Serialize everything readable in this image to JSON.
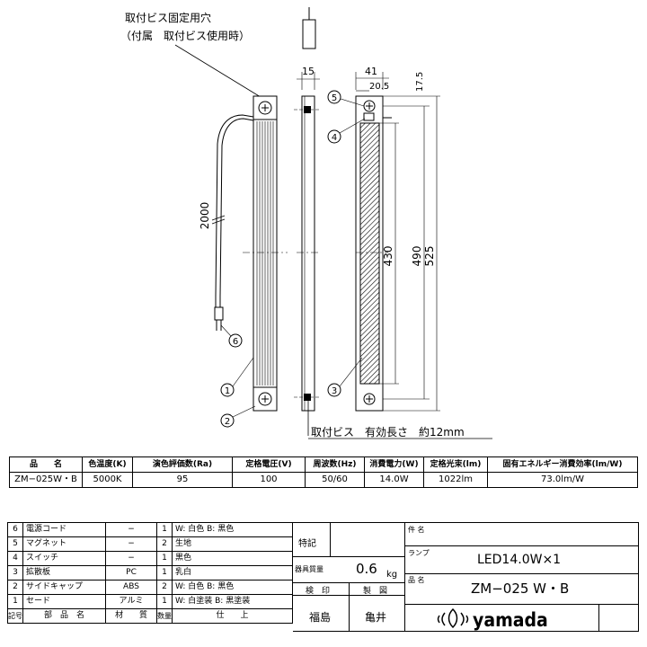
{
  "drawing": {
    "note_top_line1": "取付ビス固定用穴",
    "note_top_line2": "（付属　取付ビス使用時）",
    "note_bottom": "取付ビス　有効長さ　約12mm",
    "dims": {
      "d2000": "2000",
      "d15": "15",
      "d41": "41",
      "d20_5": "20.5",
      "d17_5": "17.5",
      "d430": "430",
      "d490": "490",
      "d525": "525"
    },
    "callouts": [
      "1",
      "2",
      "3",
      "4",
      "5",
      "6"
    ]
  },
  "spec_table": {
    "headers": [
      "品　　名",
      "色温度(K)",
      "演色評価数(Ra)",
      "定格電圧(V)",
      "周波数(Hz)",
      "消費電力(W)",
      "定格光束(lm)",
      "固有エネルギー消費効率(lm/W)"
    ],
    "row": [
      "ZM−025W・B",
      "5000K",
      "95",
      "100",
      "50/60",
      "14.0W",
      "1022lm",
      "73.0lm/W"
    ]
  },
  "parts_table": {
    "rows": [
      {
        "no": "6",
        "name": "電源コード",
        "material": "−",
        "qty": "1",
        "finish": "W: 白色 B: 黒色"
      },
      {
        "no": "5",
        "name": "マグネット",
        "material": "−",
        "qty": "2",
        "finish": "生地"
      },
      {
        "no": "4",
        "name": "スイッチ",
        "material": "−",
        "qty": "1",
        "finish": "黒色"
      },
      {
        "no": "3",
        "name": "拡散板",
        "material": "PC",
        "qty": "1",
        "finish": "乳白"
      },
      {
        "no": "2",
        "name": "サイドキャップ",
        "material": "ABS",
        "qty": "2",
        "finish": "W: 白色 B: 黒色"
      },
      {
        "no": "1",
        "name": "セード",
        "material": "アルミ",
        "qty": "1",
        "finish": "W: 白塗装 B: 黒塗装"
      }
    ],
    "footer": {
      "no": "記号",
      "name": "部　品　名",
      "material": "材　　質",
      "qty": "数量",
      "finish": "仕　　上"
    }
  },
  "title_block": {
    "tokki_label": "特記",
    "weight_label": "器具質量",
    "weight_value": "0.6",
    "weight_unit": "kg",
    "ken_label": "検　印",
    "sei_label": "製　図",
    "ken_name": "福島",
    "sei_name": "亀井",
    "item_label": "件 名",
    "lamp_label": "ランプ",
    "lamp_value": "LED14.0W×1",
    "product_label": "品 名",
    "product_value": "ZM−025 W・B",
    "brand": "yamada"
  }
}
